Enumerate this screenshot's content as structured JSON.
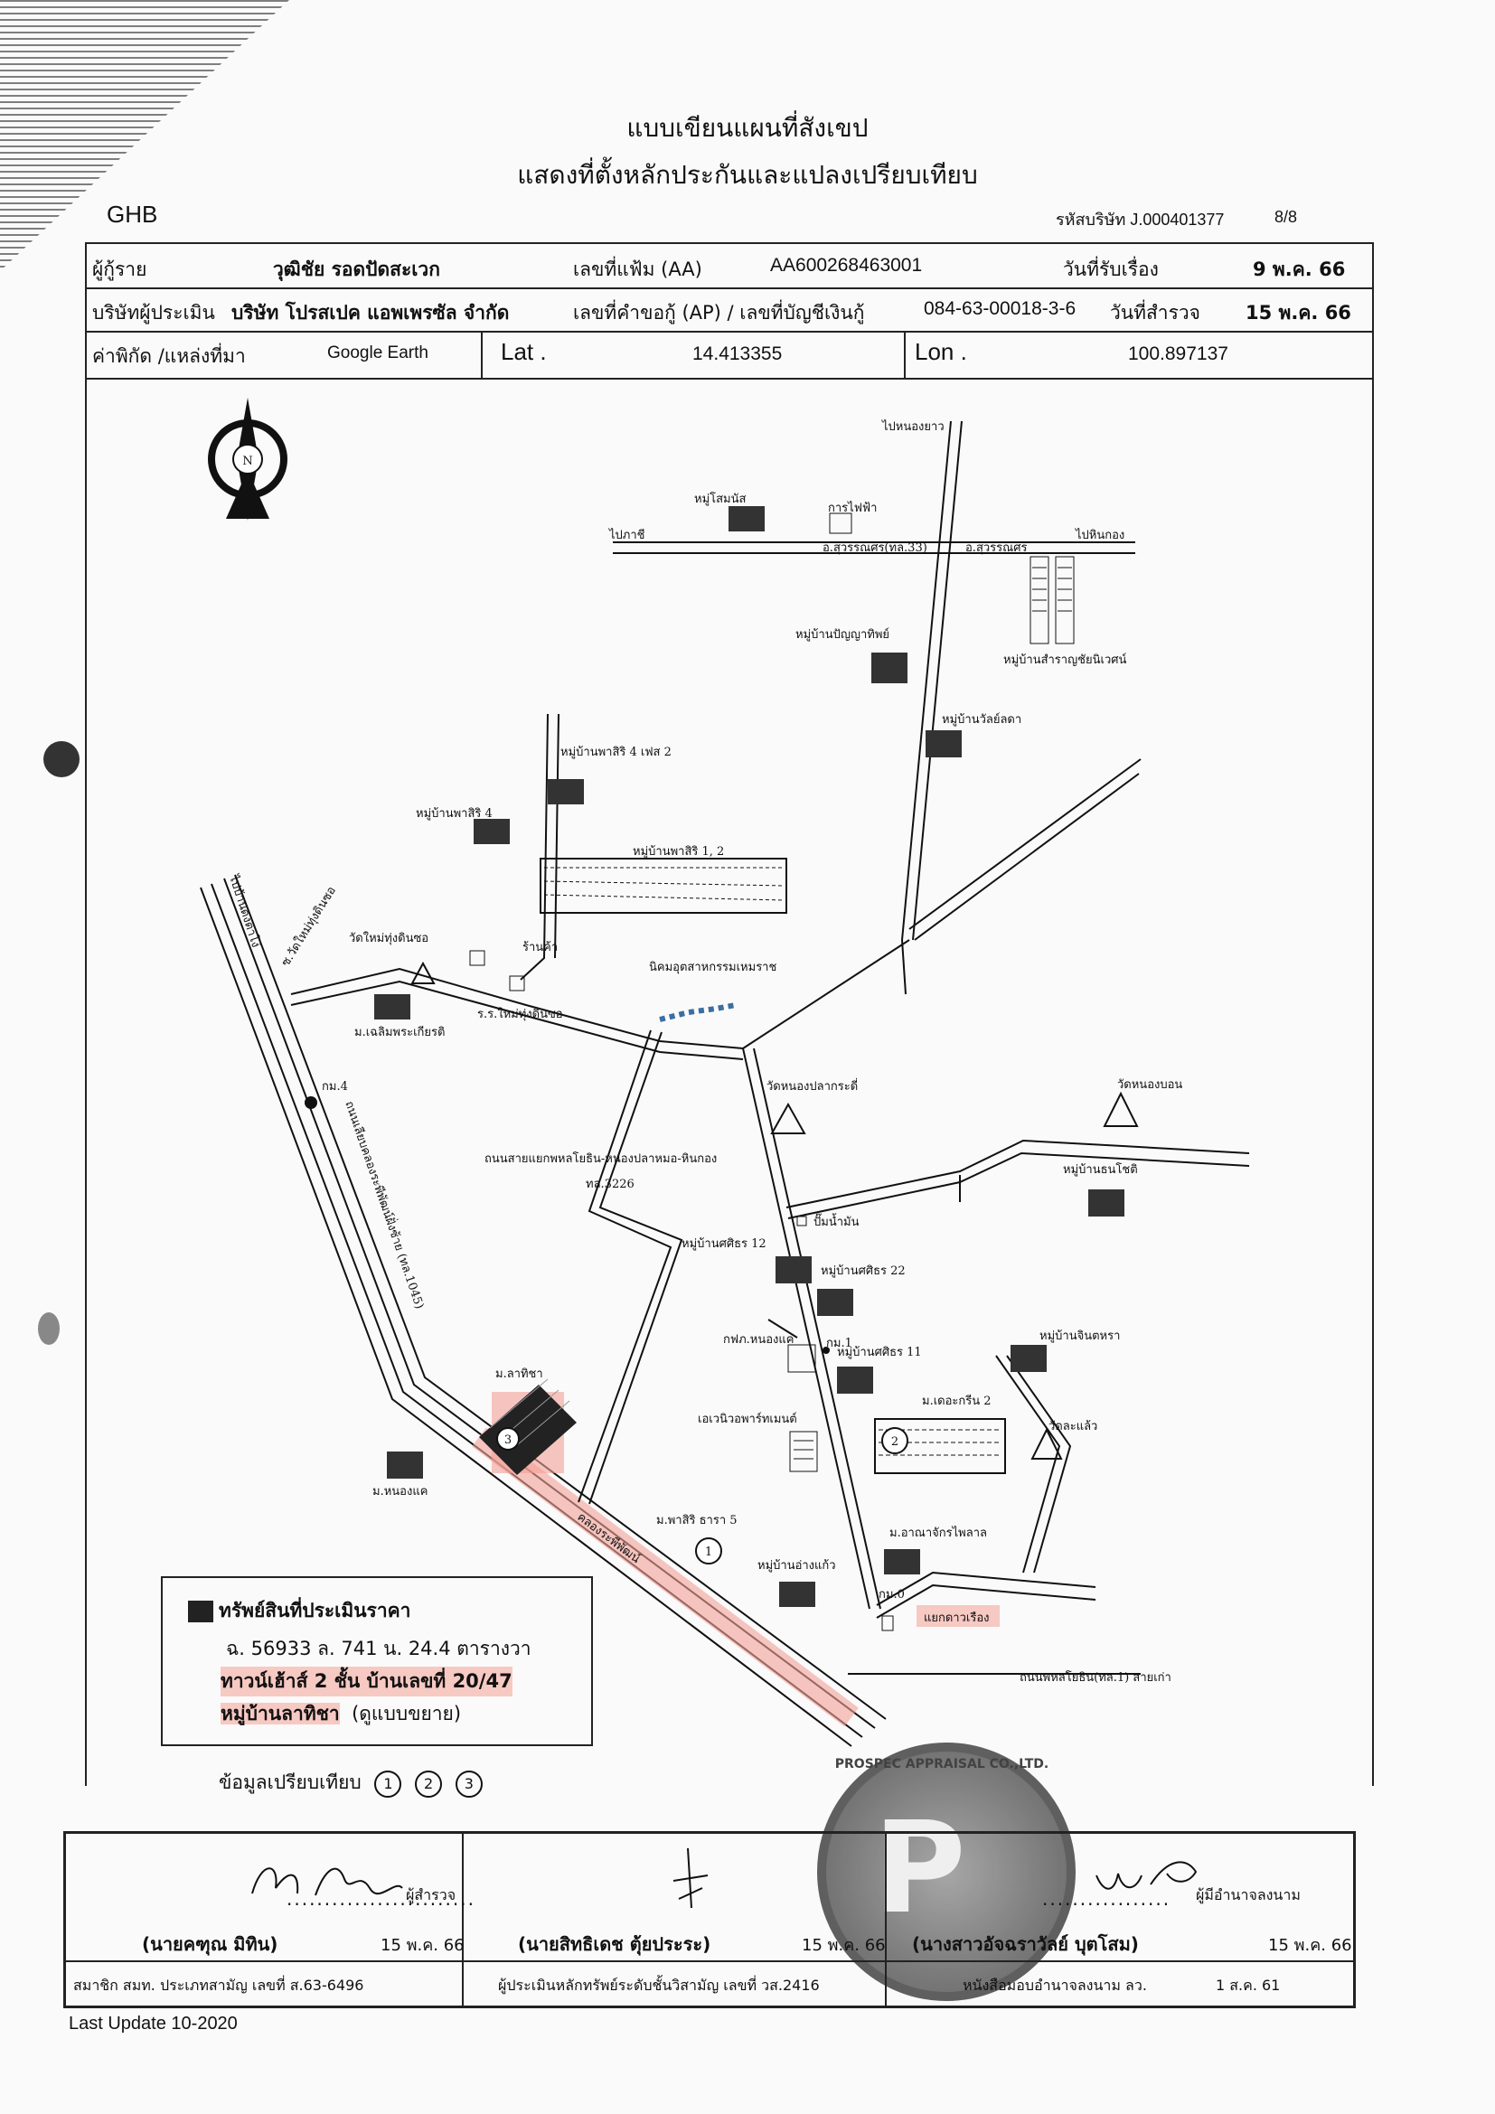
{
  "title": {
    "line1": "แบบเขียนแผนที่สังเขป",
    "line2": "แสดงที่ตั้งหลักประกันและแปลงเปรียบเทียบ"
  },
  "brand": "GHB",
  "company_code": "รหัสบริษัท J.000401377",
  "page": "8/8",
  "header": {
    "applicant_label": "ผู้กู้ราย",
    "applicant_value": "วุฒิชัย  รอดปัดสะเวก",
    "file_label": "เลขที่แฟ้ม (AA)",
    "file_value": "AA600268463001",
    "received_label": "วันที่รับเรื่อง",
    "received_value": "9 พ.ค. 66",
    "appraiser_label": "บริษัทผู้ประเมิน",
    "appraiser_value": "บริษัท โปรสเปค แอพเพรซัล จำกัด",
    "request_label": "เลขที่คำขอกู้ (AP) / เลขที่บัญชีเงินกู้",
    "request_value": "084-63-00018-3-6",
    "survey_label": "วันที่สำรวจ",
    "survey_value": "15 พ.ค. 66",
    "coord_label": "ค่าพิกัด /แหล่งที่มา",
    "coord_source": "Google Earth",
    "lat_label": "Lat .",
    "lat_value": "14.413355",
    "lon_label": "Lon .",
    "lon_value": "100.897137"
  },
  "map": {
    "north": "N",
    "labels": {
      "to_nongchaw": "ไปหนองยาว",
      "village_soson": "หมู่โสมนัส",
      "electric": "การไฟฟ้า",
      "to_phachi": "ไปภาชี",
      "suwannason": "อ.สุวรรณศร(ทล.33)",
      "suwannason2": "อ.สุวรรณศร",
      "to_hinkong": "ไปหินกอง",
      "village_panya": "หมู่บ้านปัญญาทิพย์",
      "village_saran": "หมู่บ้านสำราญชัยนิเวศน์",
      "village_wat": "หมู่บ้านวัลย์ลดา",
      "pasiri4_phase2": "หมู่บ้านพาสิริ 4 เฟส 2",
      "pasiri4": "หมู่บ้านพาสิริ 4",
      "pasiri12": "หมู่บ้านพาสิริ 1, 2",
      "to_ban_dong": "ไปบ้านดงตาโง่",
      "wat_nongthong": "วัดใหม่ทุ่งดินซอ",
      "road_wat": "ซ.วัดใหม่ทุ่งดินซอ",
      "shop": "ร้านค้า",
      "school": "ร.ร.ใหม่ทุ่งดินซอ",
      "chaloem": "ม.เฉลิมพระเกียรติ",
      "industrial": "นิคมอุตสาหกรรมเหมราช",
      "km4": "กม.4",
      "wat_nongpla": "วัดหนองปลากระดี่",
      "wat_nongbon": "วัดหนองบอน",
      "village_thanchoke": "หมู่บ้านธนโชติ",
      "road_nongkhae": "ถนนสายแยกพหลโยธิน-หนองปลาหมอ-หินกอง",
      "road_code": "ทล.3226",
      "gas": "ปั๊มน้ำมัน",
      "main_road": "ถนนเลียบคลองระพีพัฒน์ฝั่งซ้าย (ทล.1045)",
      "village_sasiri12": "หมู่บ้านศศิธร 12",
      "village_sasiri22": "หมู่บ้านศศิธร 22",
      "nongkhae_office": "กฟภ.หนองแค",
      "km1": "กม.1",
      "village_sasiri11": "หมู่บ้านศศิธร 11",
      "village_jintra": "หมู่บ้านจินตหรา",
      "lathisa": "ม.ลาทิชา",
      "avenue": "เอเวนิวอพาร์ทเมนต์",
      "deeglin2": "ม.เดอะกรีน 2",
      "wat_kaew": "วัดละแล้ว",
      "nongkhae_v": "ม.หนองแค",
      "canal": "คลองระพีพัฒน์",
      "pasiri_thara": "ม.พาสิริ ธารา 5",
      "ornwan": "ม.อาณาจักรไพลาล",
      "village_ongkaew": "หมู่บ้านอ่างแก้ว",
      "km0": "กม.0",
      "junction": "แยกดาวเรือง",
      "phahonyothin": "ถนนพหลโยธิน(ทล.1) สายเก่า",
      "marker1": "1",
      "marker2": "2",
      "marker3": "3"
    }
  },
  "legend": {
    "title": "ทรัพย์สินที่ประเมินราคา",
    "deed": "ฉ. 56933 ล. 741 น. 24.4 ตารางวา",
    "type": "ทาวน์เฮ้าส์ 2 ชั้น บ้านเลขที่ 20/47",
    "village": "หมู่บ้านลาทิชา",
    "village_note": "(ดูแบบขยาย)"
  },
  "comparables": {
    "label": "ข้อมูลเปรียบเทียบ",
    "items": [
      "1",
      "2",
      "3"
    ]
  },
  "signatures": {
    "surveyor_role": "ผู้สำรวจ",
    "surveyor_name": "(นายคฑุณ  มิทิน)",
    "surveyor_date": "15 พ.ค. 66",
    "surveyor_member": "สมาชิก สมท. ประเภทสามัญ เลขที่ ส.63-6496",
    "appraiser_name": "(นายสิทธิเดช  ตุ้ยประระ)",
    "appraiser_date": "15 พ.ค. 66",
    "appraiser_license": "ผู้ประเมินหลักทรัพย์ระดับชั้นวิสามัญ เลขที่ วส.2416",
    "director_role": "ผู้มีอำนาจลงนาม",
    "director_name": "(นางสาวอัจฉราวัลย์  บุตโสม)",
    "director_date": "15 พ.ค. 66",
    "director_note": "หนังสือมอบอำนาจลงนาม ลว.",
    "director_note_date": "1 ส.ค. 61",
    "stamp_text": "PROSPEC APPRAISAL CO.,LTD."
  },
  "footer": "Last Update 10-2020",
  "colors": {
    "highlight": "#f4a096",
    "ink": "#111111"
  }
}
